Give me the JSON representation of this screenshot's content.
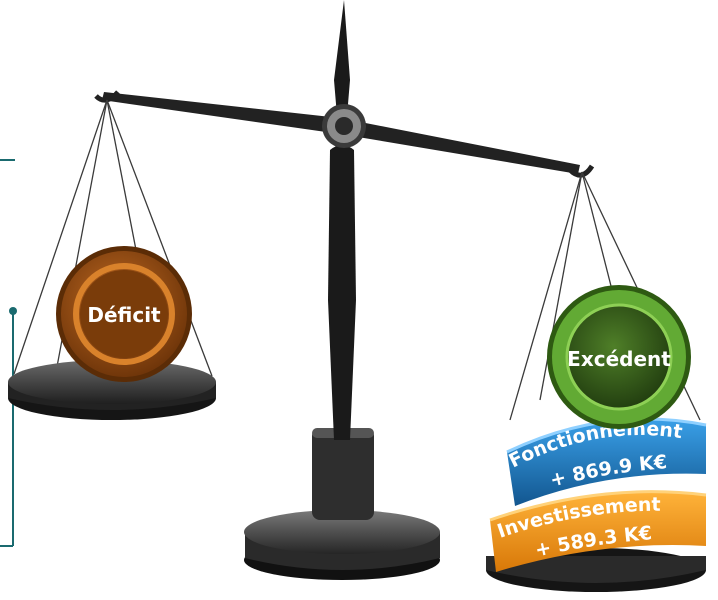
{
  "labels": {
    "deficit": "Déficit",
    "excedent": "Excédent",
    "fonctionnement_title": "Fonctionnement",
    "fonctionnement_value": "+ 869.9 K€",
    "investissement_title": "Investissement",
    "investissement_value": "+ 589.3 K€"
  },
  "colors": {
    "teal_line": "#1a6a6f",
    "beam": "#2b2b2b",
    "deficit_ring": "#7a3f0c",
    "deficit_core": "#a45a18",
    "excedent_ring": "#58a22e",
    "excedent_core": "#33591a",
    "fonctionnement_band": "#1f7fc8",
    "investissement_band": "#f29a1d"
  },
  "icons": {
    "scale": "balance-scale-icon"
  }
}
